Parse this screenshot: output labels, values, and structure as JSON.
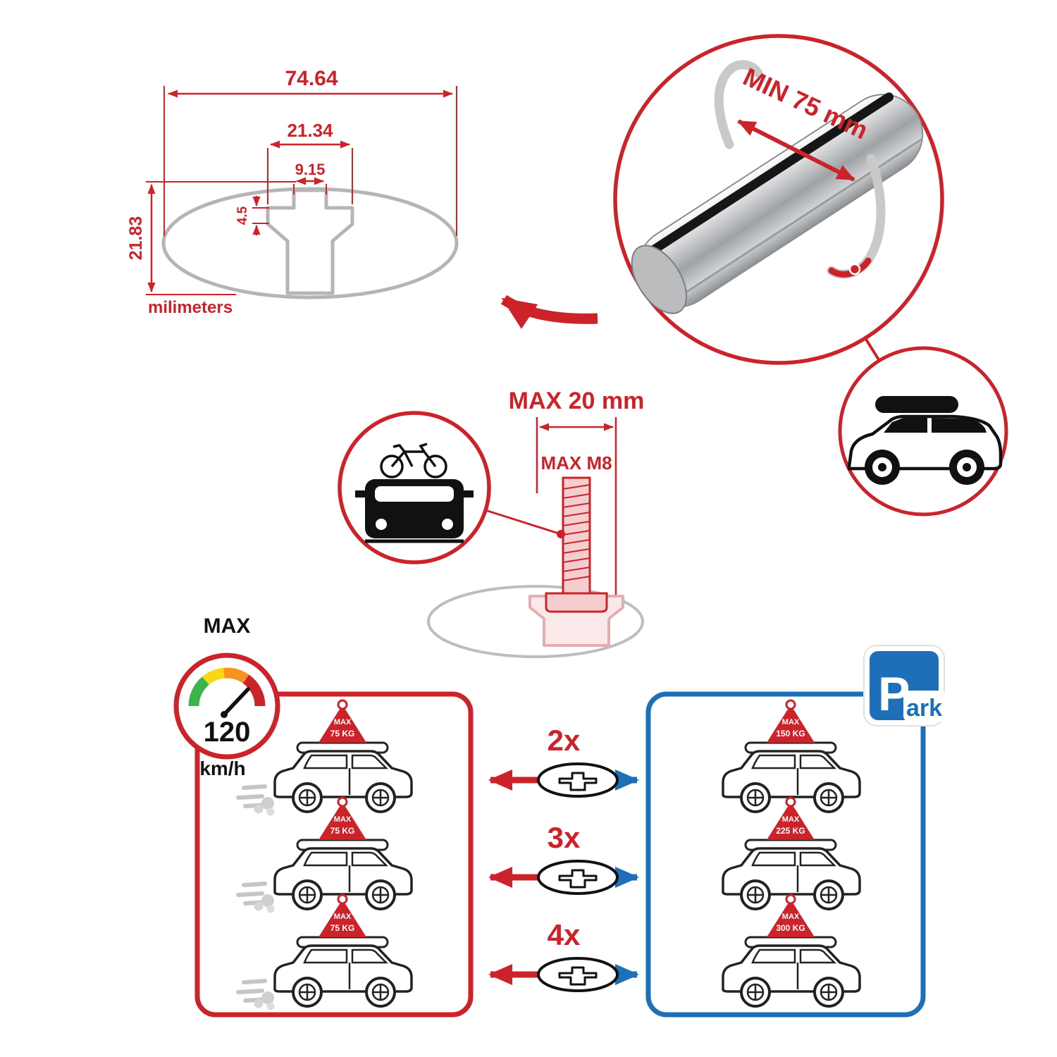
{
  "cross_section": {
    "dim_total_width": "74.64",
    "dim_channel_width": "21.34",
    "dim_slot_width": "9.15",
    "dim_lip_height": "4.5",
    "dim_total_height": "21.83",
    "units": "milimeters"
  },
  "bar_detail": {
    "min_clamp_span": "MIN 75 mm"
  },
  "bolt_detail": {
    "max_width": "MAX 20 mm",
    "max_thread": "MAX M8"
  },
  "speed_limit": {
    "label": "MAX",
    "value": "120",
    "unit": "km/h"
  },
  "parking_sign": {
    "p": "P",
    "ark": "ark"
  },
  "crossbar_counts": [
    {
      "label": "2x"
    },
    {
      "label": "3x"
    },
    {
      "label": "4x"
    }
  ],
  "driving_cars": [
    {
      "badge_title": "MAX",
      "badge_weight": "75 KG"
    },
    {
      "badge_title": "MAX",
      "badge_weight": "75 KG"
    },
    {
      "badge_title": "MAX",
      "badge_weight": "75 KG"
    }
  ],
  "parked_cars": [
    {
      "badge_title": "MAX",
      "badge_weight": "150 KG"
    },
    {
      "badge_title": "MAX",
      "badge_weight": "225 KG"
    },
    {
      "badge_title": "MAX",
      "badge_weight": "300 KG"
    }
  ],
  "colors": {
    "red": "#cc2229",
    "blue": "#1d70b7",
    "gray": "#b5b5b5"
  }
}
